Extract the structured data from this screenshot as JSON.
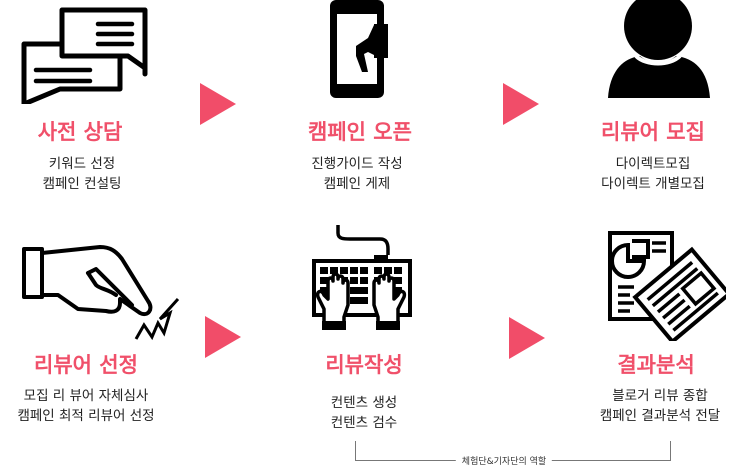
{
  "accent_color": "#f0506a",
  "steps": [
    {
      "icon": "speech-bubbles-icon",
      "title": "사전 상담",
      "lines": [
        "키워드 선정",
        "캠페인 컨설팅"
      ]
    },
    {
      "icon": "phone-megaphone-icon",
      "title": "캠페인 오픈",
      "lines": [
        "진행가이드 작성",
        "캠페인 게제"
      ]
    },
    {
      "icon": "person-icon",
      "title": "리뷰어 모집",
      "lines": [
        "다이렉트모집",
        "다이렉트 개별모집"
      ]
    },
    {
      "icon": "pointing-hand-icon",
      "title": "리뷰어 선정",
      "lines": [
        "모집 리 뷰어 자체심사",
        "캠페인 최적 리뷰어 선정"
      ]
    },
    {
      "icon": "keyboard-typing-icon",
      "title": "리뷰작성",
      "lines": [
        "컨텐츠 생성",
        "컨텐츠 검수"
      ]
    },
    {
      "icon": "report-documents-icon",
      "title": "결과분석",
      "lines": [
        "블로거 리뷰 종합",
        "캠페인 결과분석 전달"
      ]
    }
  ],
  "arrows": [
    "arrow-right-icon",
    "arrow-right-icon",
    "arrow-right-icon",
    "arrow-right-icon"
  ],
  "bracket": {
    "label": "체험단&기자단의 역할"
  }
}
